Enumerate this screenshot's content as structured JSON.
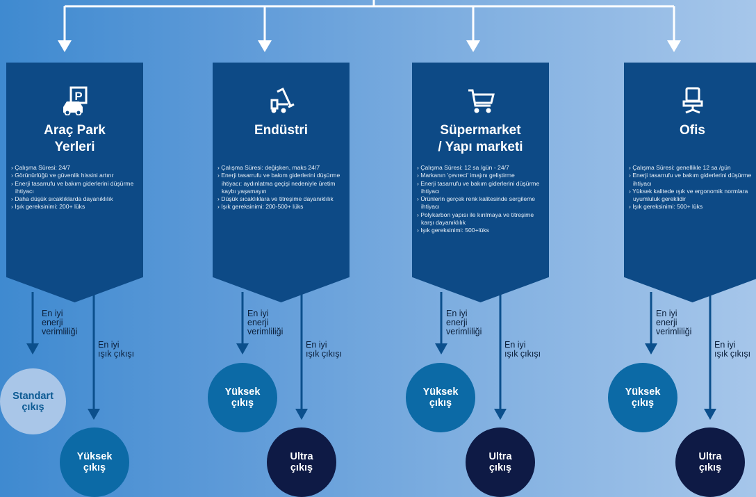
{
  "categories": [
    {
      "id": "arac-park",
      "title_line1": "Araç Park",
      "title_line2": "Yerleri",
      "icon": "parking-car-icon",
      "bullets": [
        "Çalışma Süresi: 24/7",
        "Görünürlüğü ve güvenlik hissini artırır",
        "Enerji tasarrufu ve bakım giderlerini düşürme ihtiyacı",
        "Daha düşük sıcaklıklarda dayanıklılık",
        "Işık gereksinimi: 200+ lüks"
      ],
      "left_label": [
        "En iyi",
        "enerji",
        "verimliliği"
      ],
      "right_label": [
        "En iyi",
        "ışık çıkışı"
      ],
      "left_circle": [
        "Standart",
        "çıkış"
      ],
      "right_circle": [
        "Yüksek",
        "çıkış"
      ]
    },
    {
      "id": "endustri",
      "title_line1": "Endüstri",
      "title_line2": "",
      "icon": "forklift-icon",
      "bullets": [
        "Çalışma Süresi: değişken, maks 24/7",
        "Enerji tasarrufu ve bakım giderlerini düşürme ihtiyacı: aydınlatma geçişi nedeniyle üretim kaybı yaşamayın",
        "Düşük sıcaklıklara ve titreşime dayanıklılık",
        "Işık gereksinimi: 200-500+ lüks"
      ],
      "left_label": [
        "En iyi",
        "enerji",
        "verimliliği"
      ],
      "right_label": [
        "En iyi",
        "ışık çıkışı"
      ],
      "left_circle": [
        "Yüksek",
        "çıkış"
      ],
      "right_circle": [
        "Ultra",
        "çıkış"
      ]
    },
    {
      "id": "supermarket",
      "title_line1": "Süpermarket",
      "title_line2": "/ Yapı marketi",
      "icon": "shopping-cart-icon",
      "bullets": [
        "Çalışma Süresi: 12 sa /gün - 24/7",
        "Markanın 'çevreci' imajını geliştirme",
        "Enerji tasarrufu ve bakım giderlerini düşürme ihtiyacı",
        "Ürünlerin gerçek renk kalitesinde sergileme ihtiyacı",
        "Polykarbon yapısı ile kırılmaya ve titreşime karşı dayanıklılık",
        "Işık gereksinimi: 500+lüks"
      ],
      "left_label": [
        "En iyi",
        "enerji",
        "verimliliği"
      ],
      "right_label": [
        "En iyi",
        "ışık çıkışı"
      ],
      "left_circle": [
        "Yüksek",
        "çıkış"
      ],
      "right_circle": [
        "Ultra",
        "çıkış"
      ]
    },
    {
      "id": "ofis",
      "title_line1": "Ofis",
      "title_line2": "",
      "icon": "office-chair-icon",
      "bullets": [
        "Çalışma Süresi: genellikle 12 sa /gün",
        "Enerji tasarrufu ve bakım giderlerini düşürme ihtiyacı",
        "Yüksek kalitede ışık ve ergonomik normlara uyumluluk gereklidir",
        "Işık gereksinimi: 500+ lüks"
      ],
      "left_label": [
        "En iyi",
        "enerji",
        "verimliliği"
      ],
      "right_label": [
        "En iyi",
        "ışık çıkışı"
      ],
      "left_circle": [
        "Yüksek",
        "çıkış"
      ],
      "right_circle": [
        "Ultra",
        "çıkış"
      ]
    }
  ],
  "colors": {
    "shield": "#0d4a86",
    "arrow": "#0b4f8c",
    "connector": "#ffffff",
    "circle_standard": "#a9c6e8",
    "circle_standard_text": "#0c5a93",
    "circle_high": "#0c6aa6",
    "circle_ultra": "#0e1a45",
    "circle_text": "#ffffff"
  },
  "arrowhead_symbol": "▼",
  "bullet_prefix": "› "
}
